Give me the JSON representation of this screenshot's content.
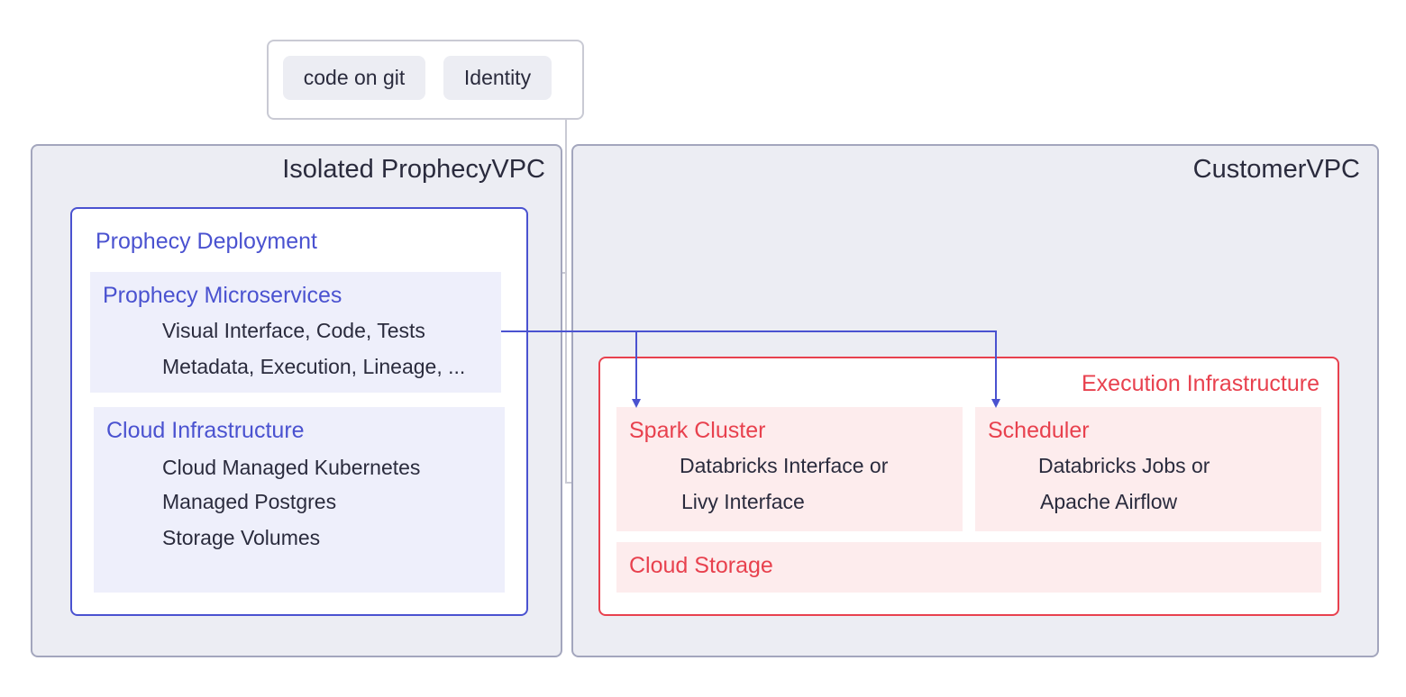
{
  "top": {
    "chips": [
      "code on git",
      "Identity"
    ]
  },
  "prophecy_vpc": {
    "title": "Isolated ProphecyVPC",
    "deployment": {
      "title": "Prophecy Deployment",
      "microservices": {
        "title": "Prophecy Microservices",
        "items": [
          "Visual Interface, Code, Tests",
          "Metadata, Execution, Lineage, ..."
        ]
      },
      "cloud_infra": {
        "title": "Cloud Infrastructure",
        "items": [
          "Cloud Managed Kubernetes",
          "Managed Postgres",
          "Storage Volumes"
        ]
      }
    }
  },
  "customer_vpc": {
    "title": "CustomerVPC",
    "execution": {
      "title": "Execution Infrastructure",
      "spark": {
        "title": "Spark Cluster",
        "items": [
          "Databricks Interface or",
          "Livy Interface"
        ]
      },
      "scheduler": {
        "title": "Scheduler",
        "items": [
          "Databricks Jobs or",
          "Apache Airflow"
        ]
      },
      "storage": {
        "title": "Cloud Storage"
      }
    }
  },
  "colors": {
    "prophecy_accent": "#4a52d0",
    "execution_accent": "#e8414e",
    "vpc_fill": "#ecedf3",
    "vpc_border": "#a3a6bd",
    "connector_gray": "#c9cad4"
  }
}
